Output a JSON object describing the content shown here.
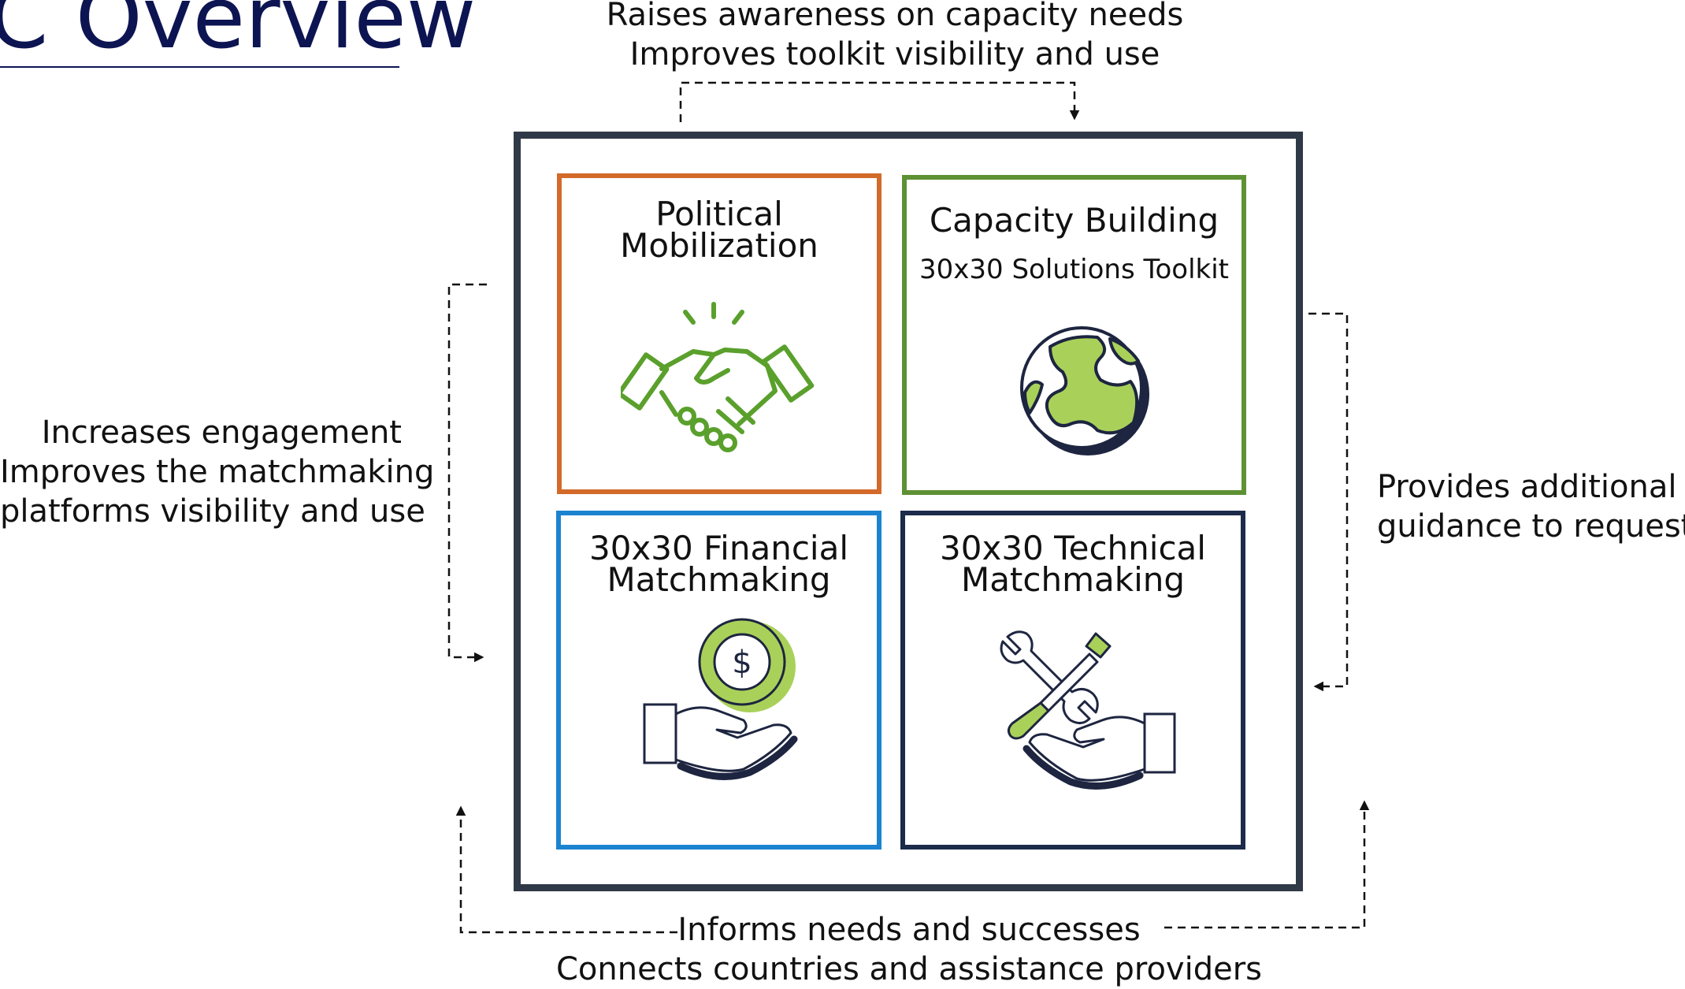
{
  "title": "C Overview",
  "annotations": {
    "top": [
      "Raises awareness on capacity needs",
      "Improves toolkit visibility and use"
    ],
    "left": [
      "Increases engagement",
      "Improves the matchmaking",
      "platforms visibility and use"
    ],
    "right": [
      "Provides additional",
      "guidance to requests"
    ],
    "bottom": [
      "Informs needs and successes",
      "Connects countries and assistance providers"
    ]
  },
  "quadrants": {
    "political": {
      "title_lines": [
        "Political",
        "Mobilization"
      ],
      "icon": "handshake-icon",
      "color": "#d36a2a"
    },
    "capacity": {
      "title_lines": [
        "Capacity Building"
      ],
      "subtitle": "30x30 Solutions Toolkit",
      "icon": "globe-icon",
      "color": "#5e9134"
    },
    "financial": {
      "title_lines": [
        "30x30 Financial",
        "Matchmaking"
      ],
      "icon": "hand-coin-icon",
      "color": "#1b84d0"
    },
    "technical": {
      "title_lines": [
        "30x30 Technical",
        "Matchmaking"
      ],
      "icon": "hand-tools-icon",
      "color": "#1c2b4a"
    }
  },
  "colors": {
    "title": "#0d1452",
    "frame": "#303947",
    "icon_green": "#5aa02c",
    "icon_lightgreen": "#a9d15a",
    "icon_dark": "#1d2540"
  }
}
